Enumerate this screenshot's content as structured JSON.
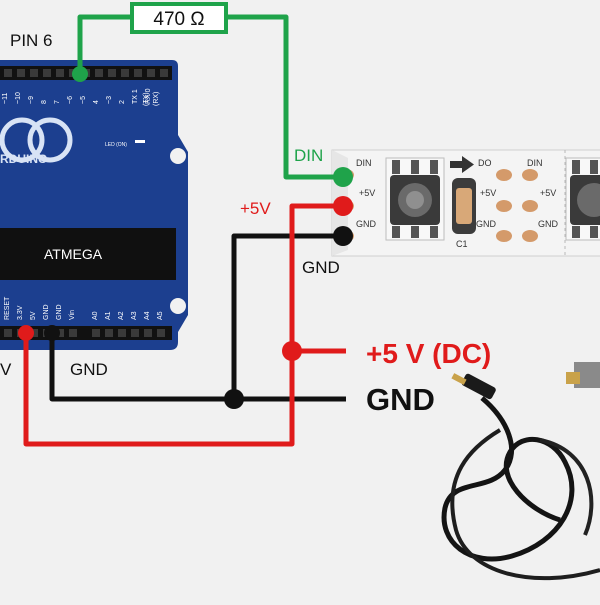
{
  "resistor": {
    "label": "470 Ω"
  },
  "arduino": {
    "pin_label": "PIN 6",
    "brand": "RDUINO",
    "chip": "ATMEGA",
    "led_label": "LED (ON)",
    "digital_pins": [
      "~11",
      "~10",
      "~9",
      "8",
      "7",
      "~6",
      "~5",
      "4",
      "~3",
      "2",
      "TX 1",
      "RX 0"
    ],
    "digital_header_marks": [
      "(TX)",
      "(RX)"
    ],
    "power_pins": [
      "RESET",
      "3.3V",
      "5V",
      "GND",
      "GND",
      "Vin"
    ],
    "analog_pins": [
      "A0",
      "A1",
      "A2",
      "A3",
      "A4",
      "A5"
    ],
    "label_5v": "V",
    "label_gnd": "GND"
  },
  "strip": {
    "din": "DIN",
    "plus5v": "+5V",
    "gnd": "GND",
    "seg_din": "DIN",
    "seg_5v": "+5V",
    "seg_gnd": "GND",
    "do": "DO",
    "din2": "DIN",
    "plus5v_mid": "+5V",
    "plus5v_right": "+5V",
    "gnd_mid": "GND",
    "gnd_right": "GND",
    "cap": "C1"
  },
  "labels": {
    "plus5v_strip": "+5V",
    "gnd_strip": "GND",
    "supply_plus": "+5 V (DC)",
    "supply_gnd": "GND"
  },
  "colors": {
    "data_wire": "#1fa34a",
    "power_wire": "#e01b1b",
    "ground_wire": "#111111",
    "board": "#1c3f8f"
  }
}
